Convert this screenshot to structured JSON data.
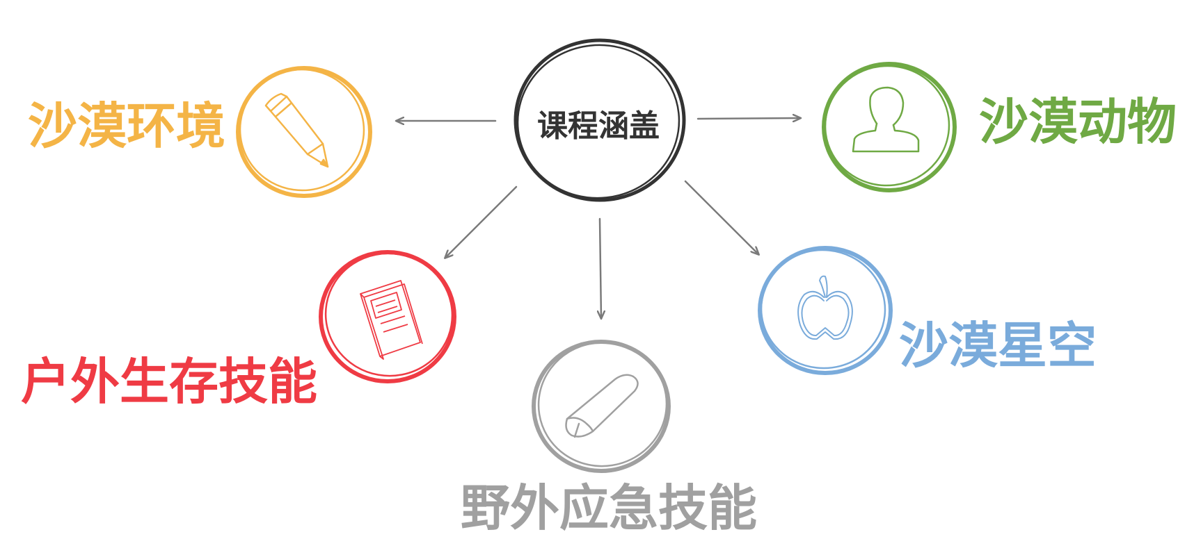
{
  "center": {
    "label": "课程涵盖",
    "color": "#333333"
  },
  "topics": [
    {
      "id": "desert-environment",
      "label": "沙漠环境",
      "color": "#F4B446",
      "icon": "pencil-icon"
    },
    {
      "id": "desert-animals",
      "label": "沙漠动物",
      "color": "#6FA944",
      "icon": "person-icon"
    },
    {
      "id": "outdoor-survival",
      "label": "户外生存技能",
      "color": "#EF3B44",
      "icon": "book-icon"
    },
    {
      "id": "wild-emergency",
      "label": "野外应急技能",
      "color": "#A0A0A0",
      "icon": "eraser-icon"
    },
    {
      "id": "desert-stars",
      "label": "沙漠星空",
      "color": "#7AABDB",
      "icon": "apple-icon"
    }
  ],
  "arrow_color": "#7a7a7a"
}
